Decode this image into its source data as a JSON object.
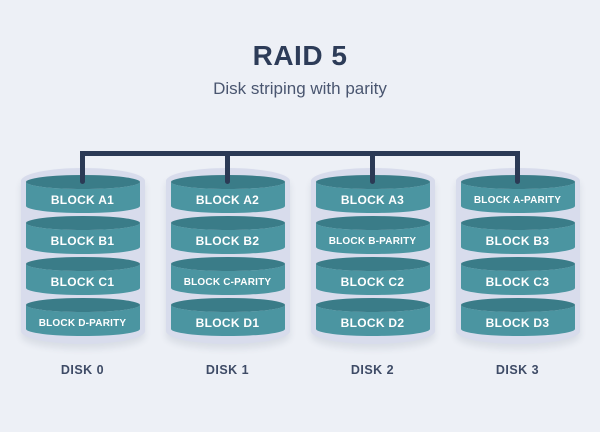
{
  "title": "RAID 5",
  "subtitle": "Disk striping with parity",
  "colors": {
    "background": "#edf0f6",
    "disk_outline": "#d8dcec",
    "block_body": "#4b95a1",
    "block_top": "#3a7c88",
    "connector": "#2b3a55",
    "title_text": "#2d3c58",
    "block_text": "#ffffff"
  },
  "disks": [
    {
      "label": "DISK 0",
      "blocks": [
        {
          "label": "BLOCK A1",
          "parity": false
        },
        {
          "label": "BLOCK B1",
          "parity": false
        },
        {
          "label": "BLOCK C1",
          "parity": false
        },
        {
          "label": "BLOCK D-PARITY",
          "parity": true
        }
      ]
    },
    {
      "label": "DISK 1",
      "blocks": [
        {
          "label": "BLOCK A2",
          "parity": false
        },
        {
          "label": "BLOCK B2",
          "parity": false
        },
        {
          "label": "BLOCK C-PARITY",
          "parity": true
        },
        {
          "label": "BLOCK D1",
          "parity": false
        }
      ]
    },
    {
      "label": "DISK 2",
      "blocks": [
        {
          "label": "BLOCK A3",
          "parity": false
        },
        {
          "label": "BLOCK B-PARITY",
          "parity": true
        },
        {
          "label": "BLOCK C2",
          "parity": false
        },
        {
          "label": "BLOCK D2",
          "parity": false
        }
      ]
    },
    {
      "label": "DISK 3",
      "blocks": [
        {
          "label": "BLOCK A-PARITY",
          "parity": true
        },
        {
          "label": "BLOCK B3",
          "parity": false
        },
        {
          "label": "BLOCK C3",
          "parity": false
        },
        {
          "label": "BLOCK D3",
          "parity": false
        }
      ]
    }
  ]
}
